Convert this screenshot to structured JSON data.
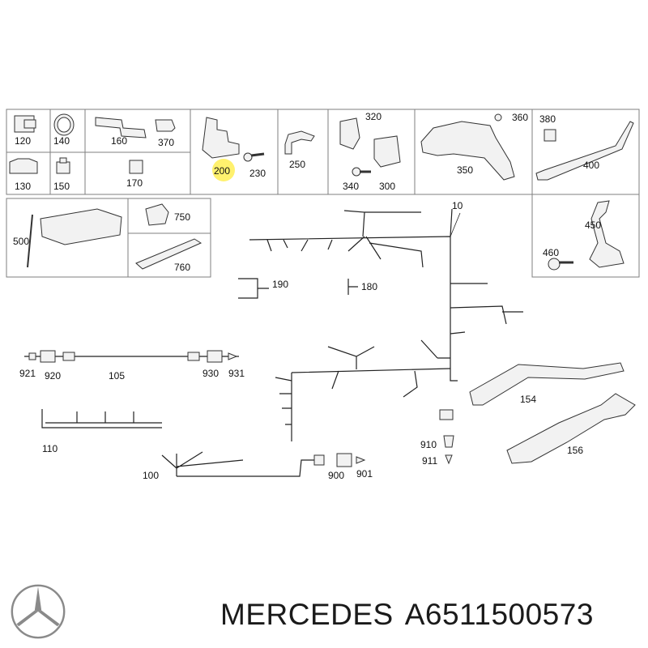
{
  "callouts": {
    "c10": "10",
    "c100": "100",
    "c105": "105",
    "c110": "110",
    "c120": "120",
    "c130": "130",
    "c140": "140",
    "c150": "150",
    "c154": "154",
    "c156": "156",
    "c160": "160",
    "c170": "170",
    "c180": "180",
    "c190": "190",
    "c200": "200",
    "c230": "230",
    "c250": "250",
    "c300": "300",
    "c320": "320",
    "c340": "340",
    "c350": "350",
    "c360": "360",
    "c370": "370",
    "c380": "380",
    "c400": "400",
    "c450": "450",
    "c460": "460",
    "c500": "500",
    "c750": "750",
    "c760": "760",
    "c900": "900",
    "c901": "901",
    "c910": "910",
    "c911": "911",
    "c920": "920",
    "c921": "921",
    "c930": "930",
    "c931": "931"
  },
  "highlighted_callout": "200",
  "highlight_color": "#ffee55",
  "footer": {
    "brand": "MERCEDES",
    "part_number": "A6511500573"
  },
  "logo_icon": "mercedes-star-icon"
}
